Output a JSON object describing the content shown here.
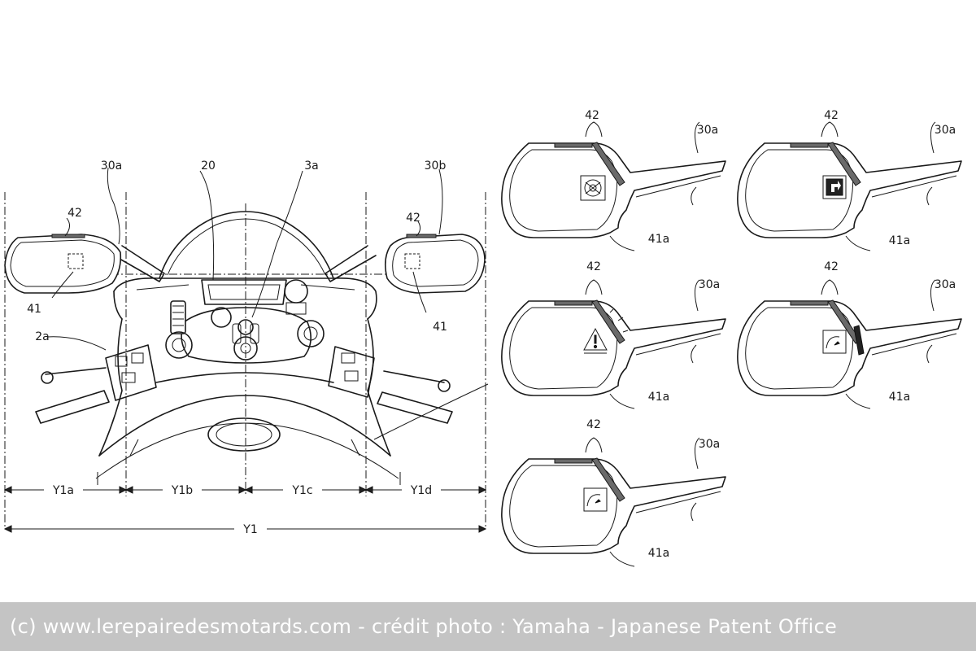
{
  "credit": "(c) www.lerepairedesmotards.com  - crédit photo : Yamaha - Japanese Patent Office",
  "labels": {
    "mirror_left": "30a",
    "mirror_right": "30b",
    "screen": "20",
    "console": "3a",
    "light_left": "42",
    "light_right": "42",
    "display_left": "41",
    "display_right": "41",
    "grip": "2a",
    "zone_a": "Y1a",
    "zone_b": "Y1b",
    "zone_c": "Y1c",
    "zone_d": "Y1d",
    "total": "Y1"
  },
  "details": [
    {
      "light": "42",
      "mirror": "30a",
      "display": "41a",
      "icon": "engine-icon"
    },
    {
      "light": "42",
      "mirror": "30a",
      "display": "41a",
      "icon": "turn-sign-icon"
    },
    {
      "light": "42",
      "mirror": "30a",
      "display": "41a",
      "icon": "warning-icon"
    },
    {
      "light": "42",
      "mirror": "30a",
      "display": "41a",
      "icon": "gauge-icon"
    },
    {
      "light": "42",
      "mirror": "30a",
      "display": "41a",
      "icon": "gauge-icon"
    }
  ]
}
